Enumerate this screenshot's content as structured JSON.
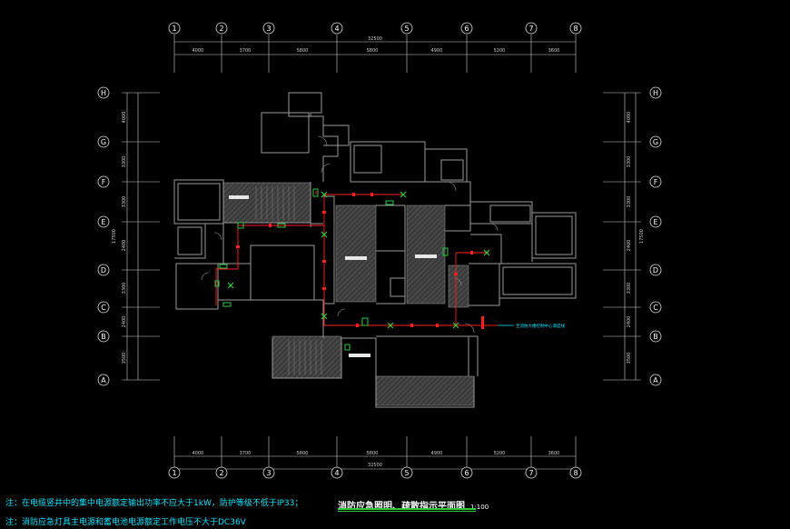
{
  "grid": {
    "columns": [
      "1",
      "2",
      "3",
      "4",
      "5",
      "6",
      "7",
      "8"
    ],
    "rows": [
      "H",
      "G",
      "F",
      "E",
      "D",
      "C",
      "B",
      "A"
    ]
  },
  "dimensions": {
    "total_horizontal": "32500",
    "horizontal_segments": [
      "4000",
      "3700",
      "5800",
      "5800",
      "4900",
      "5200",
      "3600"
    ],
    "total_vertical": "17500",
    "vertical_segments": [
      "4000",
      "3300",
      "3300",
      "2400",
      "3300",
      "2400",
      "3500"
    ]
  },
  "annotation": {
    "label": "至消防大楼控制中心调度线"
  },
  "notes": {
    "note1": "注：在电缆竖井中的集中电源额定输出功率不应大于1kW，防护等级不低于IP33；",
    "note2": "注：消防应急灯具主电源和蓄电池电源额定工作电压不大于DC36V"
  },
  "title": {
    "text": "消防应急照明、疏散指示平面图",
    "scale": "1:100"
  },
  "colors": {
    "background": "#000000",
    "wall": "#9a9a9a",
    "circuit": "#ff2020",
    "fixture": "#2ecc40",
    "note": "#00e5ff",
    "hatch": "#555555"
  }
}
